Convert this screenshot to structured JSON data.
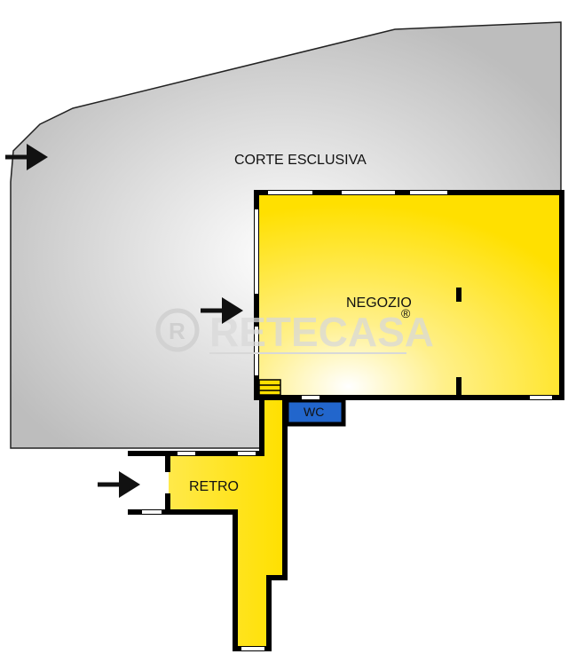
{
  "rooms": {
    "corte": "CORTE ESCLUSIVA",
    "negozio": "NEGOZIO",
    "wc": "WC",
    "retro": "RETRO"
  },
  "watermark": {
    "text": "RETECASA",
    "mark": "R",
    "reg": "®"
  },
  "colors": {
    "courtyard": "#c8c8c8",
    "shop_yellow": "#ffe000",
    "wc_blue": "#2266cc",
    "wall": "#000000"
  },
  "icons": [
    "arrow-right-icon"
  ]
}
